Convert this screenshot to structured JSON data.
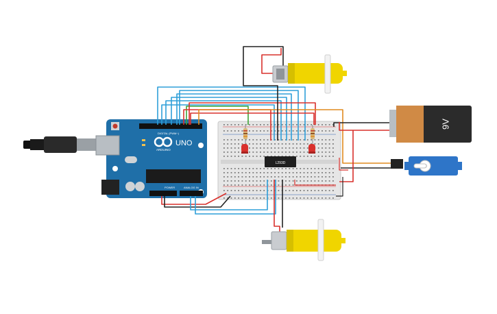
{
  "arduino": {
    "model_label": "UNO",
    "brand_label": "ARDUINO",
    "digital_label": "DIGITAL (PWM~)",
    "power_label": "POWER",
    "analog_label": "ANALOG IN",
    "board_color": "#1f6fa8"
  },
  "chip": {
    "label": "L293D"
  },
  "battery": {
    "voltage_label": "9V",
    "body_color": "#2b2b2b",
    "top_color": "#d08a45"
  },
  "motors": {
    "body_color": "#f0d500"
  },
  "servo": {
    "body_color": "#2e75c8"
  },
  "wire_colors": {
    "blue": "#2e9fd9",
    "red": "#d9302c",
    "black": "#222222",
    "green": "#3fa535",
    "orange": "#e08a1f"
  }
}
